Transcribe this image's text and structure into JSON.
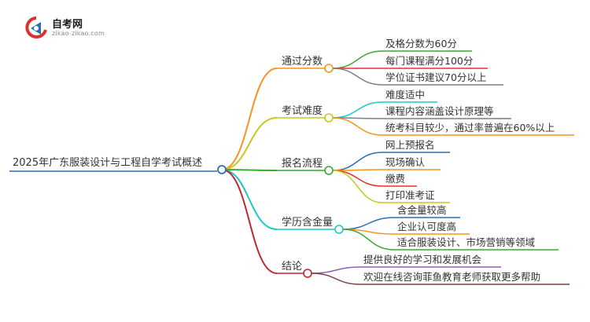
{
  "logo": {
    "title": "自考网",
    "url": "zikao-zikao.com"
  },
  "mindmap": {
    "root": "2025年广东服装设计与工程自学考试概述",
    "branches": [
      {
        "label": "通过分数",
        "color": "#f7931e",
        "children": [
          {
            "label": "及格分数为60分",
            "color": "#3aaa35"
          },
          {
            "label": "每门课程满分100分",
            "color": "#e5322d"
          },
          {
            "label": "学位证书建议70分以上",
            "color": "#7f7f7f"
          }
        ]
      },
      {
        "label": "考试难度",
        "color": "#c8c81e",
        "children": [
          {
            "label": "难度适中",
            "color": "#1ec8c8"
          },
          {
            "label": "课程内容涵盖设计原理等",
            "color": "#7f7f7f"
          },
          {
            "label": "统考科目较少，通过率普遍在60%以上",
            "color": "#f7931e"
          }
        ]
      },
      {
        "label": "报名流程",
        "color": "#3aaa35",
        "children": [
          {
            "label": "网上预报名",
            "color": "#2a6fb5"
          },
          {
            "label": "现场确认",
            "color": "#f7931e"
          },
          {
            "label": "缴费",
            "color": "#e5322d"
          },
          {
            "label": "打印准考证",
            "color": "#c8c81e"
          }
        ]
      },
      {
        "label": "学历含金量",
        "color": "#1ec8c8",
        "children": [
          {
            "label": "含金量较高",
            "color": "#2a6fb5"
          },
          {
            "label": "企业认可度高",
            "color": "#f7931e"
          },
          {
            "label": "适合服装设计、市场营销等领域",
            "color": "#3aaa35"
          }
        ]
      },
      {
        "label": "结论",
        "color": "#c0272d",
        "children": [
          {
            "label": "提供良好的学习和发展机会",
            "color": "#8e5fb5"
          },
          {
            "label": "欢迎在线咨询菲鱼教育老师获取更多帮助",
            "color": "#8b3a3a"
          }
        ]
      }
    ],
    "root_line_color": "#2a6fb5"
  }
}
